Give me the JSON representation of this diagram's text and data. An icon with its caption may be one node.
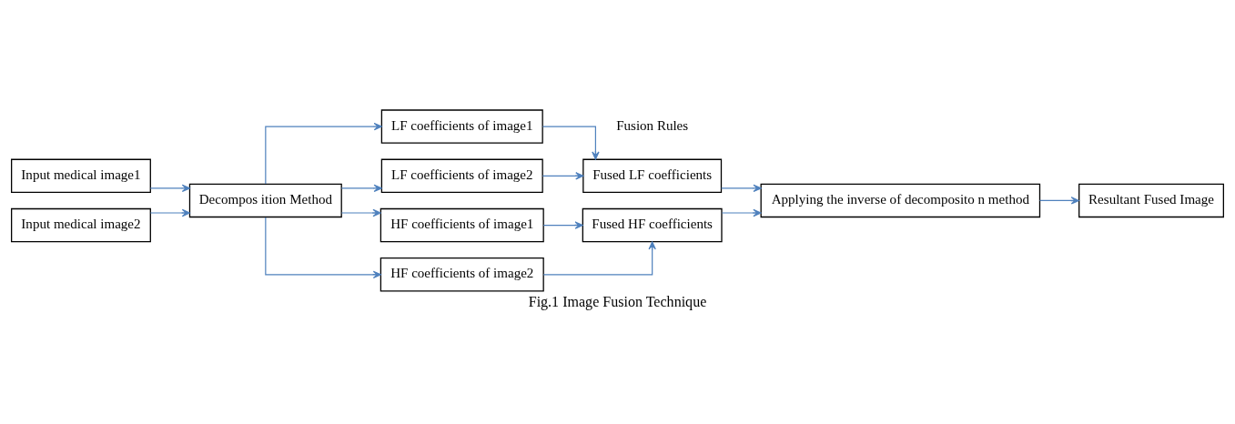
{
  "diagram": {
    "caption": "Fig.1 Image Fusion Technique",
    "nodes": [
      {
        "text": [
          "Input medical image1"
        ]
      },
      {
        "text": [
          "Input medical image2"
        ]
      },
      {
        "text": [
          "Decompos ition Method"
        ]
      },
      {
        "text": [
          "LF coefficients of image1"
        ]
      },
      {
        "text": [
          "HF coefficients of image1"
        ]
      },
      {
        "text": [
          "LF coefficients of image2"
        ]
      },
      {
        "text": [
          "HF coefficients of image2"
        ]
      },
      {
        "text": [
          "Fused LF coefficients"
        ]
      },
      {
        "text": [
          "Fused HF coefficients"
        ]
      },
      {
        "text": [
          "Applying the inverse of decomposito n method"
        ]
      },
      {
        "text": [
          "Resultant Fused Image"
        ]
      }
    ],
    "edges": [
      {
        "from": 0,
        "to": 2,
        "arrow": "to"
      },
      {
        "from": 1,
        "to": 2,
        "arrow": "to"
      },
      {
        "from": 2,
        "to": 3,
        "arrow": "to"
      },
      {
        "from": 2,
        "to": 4,
        "arrow": "to"
      },
      {
        "from": 2,
        "to": 5,
        "arrow": "to"
      },
      {
        "from": 2,
        "to": 6,
        "arrow": "to"
      },
      {
        "from": 3,
        "to": 7,
        "arrow": "to"
      },
      {
        "from": 5,
        "to": 7,
        "arrow": "to"
      },
      {
        "from": 4,
        "to": 8,
        "arrow": "to"
      },
      {
        "from": 6,
        "to": 8,
        "arrow": "to"
      },
      {
        "from": 7,
        "to": 9,
        "arrow": "to"
      },
      {
        "from": 8,
        "to": 9,
        "arrow": "to"
      },
      {
        "from": 9,
        "to": 10,
        "arrow": "to"
      }
    ],
    "labels": [
      "Fusion Rules"
    ]
  }
}
